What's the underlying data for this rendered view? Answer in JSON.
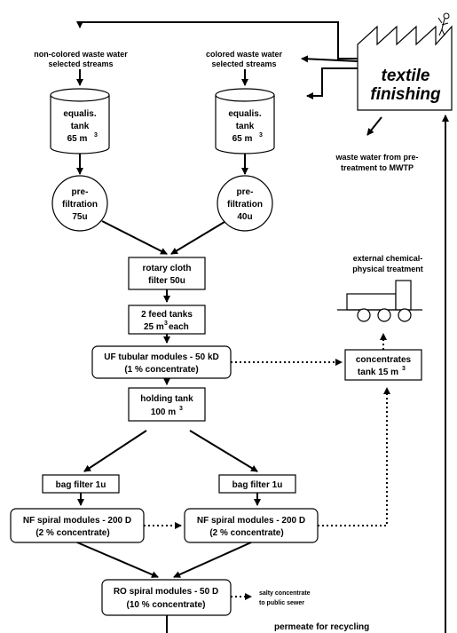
{
  "facility": {
    "name_line1": "textile",
    "name_line2": "finishing"
  },
  "streams": {
    "noncolored_line1": "non-colored waste water",
    "noncolored_line2": "selected streams",
    "colored_line1": "colored waste water",
    "colored_line2": "selected streams",
    "pretreatment_line1": "waste water from pre-",
    "pretreatment_line2": "treatment to MWTP"
  },
  "tanks": {
    "left": {
      "line1": "equalis.",
      "line2": "tank",
      "volume": "65 m",
      "exp": "3"
    },
    "right": {
      "line1": "equalis.",
      "line2": "tank",
      "volume": "65 m",
      "exp": "3"
    }
  },
  "prefilters": {
    "left": {
      "line1": "pre-",
      "line2": "filtration",
      "line3": "75u"
    },
    "right": {
      "line1": "pre-",
      "line2": "filtration",
      "line3": "40u"
    }
  },
  "process": {
    "rotary_line1": "rotary cloth",
    "rotary_line2": "filter 50u",
    "feed_line1": "2 feed tanks",
    "feed_line2_a": "25 m",
    "feed_line2_exp": "3",
    "feed_line2_b": "each",
    "uf_line1": "UF tubular modules - 50 kD",
    "uf_line2": "(1 % concentrate)",
    "holding_line1": "holding tank",
    "holding_line2": "100 m",
    "holding_exp": "3",
    "bag_left": "bag filter 1u",
    "bag_right": "bag  filter 1u",
    "nf_left_line1": "NF spiral modules - 200 D",
    "nf_left_line2": "(2 % concentrate)",
    "nf_right_line1": "NF spiral modules - 200 D",
    "nf_right_line2": "(2 % concentrate)",
    "ro_line1": "RO spiral modules - 50 D",
    "ro_line2": "(10 % concentrate)"
  },
  "concentrates": {
    "line1": "concentrates",
    "line2": "tank 15 m",
    "exp": "3",
    "external_line1": "external chemical-",
    "external_line2": "physical treatment",
    "salty_line1": "salty concentrate",
    "salty_line2": "to public sewer"
  },
  "recycling": {
    "label": "permeate for recycling"
  }
}
